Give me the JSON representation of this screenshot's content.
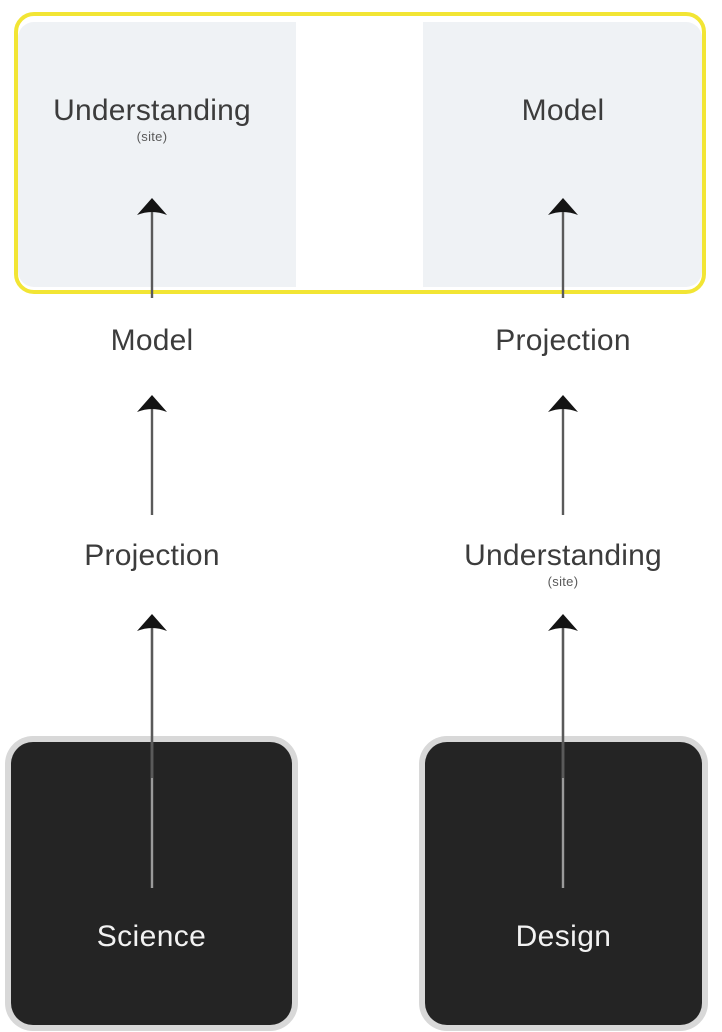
{
  "diagram": {
    "title": "Science and Design inverse process diagram",
    "colors": {
      "highlight_border": "#f2e534",
      "panel_background": "#eff2f5",
      "box_background": "#242424",
      "box_outline": "#d8d8d8",
      "label_text": "#3c3c3c",
      "box_label_text": "#f2f2f2",
      "arrow": "#5a5a5a",
      "arrow_head": "#1a1a1a",
      "page_background": "#ffffff"
    },
    "columns": [
      {
        "id": "science",
        "base_label": "Science",
        "steps": [
          {
            "label": "Projection",
            "sublabel": ""
          },
          {
            "label": "Model",
            "sublabel": ""
          },
          {
            "label": "Understanding",
            "sublabel": "(site)"
          }
        ]
      },
      {
        "id": "design",
        "base_label": "Design",
        "steps": [
          {
            "label": "Understanding",
            "sublabel": "(site)"
          },
          {
            "label": "Projection",
            "sublabel": ""
          },
          {
            "label": "Model",
            "sublabel": ""
          }
        ]
      }
    ],
    "highlight": {
      "label": "highlighted-outcome-region",
      "contains": [
        "Understanding (site)",
        "Model"
      ]
    },
    "arrows": {
      "direction": "upward",
      "count": 6,
      "semantic": "flows-from-discipline-to-outcome"
    }
  }
}
